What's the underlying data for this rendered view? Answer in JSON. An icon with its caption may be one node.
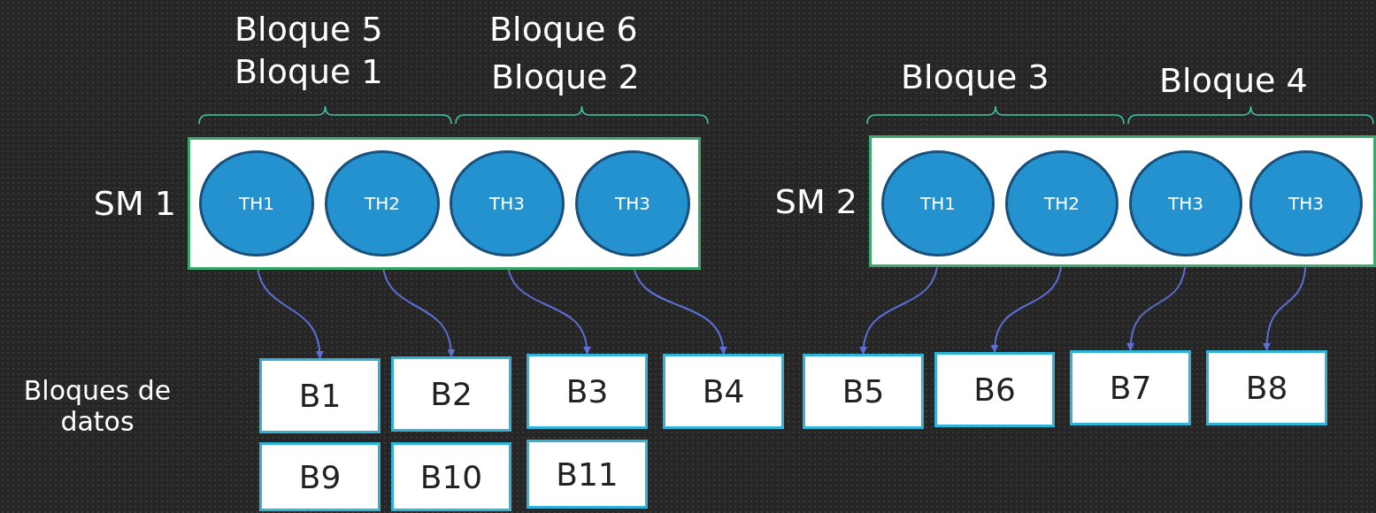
{
  "diagram": {
    "nodes": [
      {
        "text": [
          "SM 1"
        ]
      },
      {
        "text": [
          "TH1"
        ],
        "in": 0
      },
      {
        "text": [
          "TH2"
        ],
        "in": 0
      },
      {
        "text": [
          "TH3"
        ],
        "in": 0
      },
      {
        "text": [
          "TH3"
        ],
        "in": 0
      },
      {
        "text": [
          "SM 2"
        ]
      },
      {
        "text": [
          "TH1"
        ],
        "in": 5
      },
      {
        "text": [
          "TH2"
        ],
        "in": 5
      },
      {
        "text": [
          "TH3"
        ],
        "in": 5
      },
      {
        "text": [
          "TH3"
        ],
        "in": 5
      },
      {
        "text": [
          "B1"
        ]
      },
      {
        "text": [
          "B2"
        ]
      },
      {
        "text": [
          "B3"
        ]
      },
      {
        "text": [
          "B4"
        ]
      },
      {
        "text": [
          "B5"
        ]
      },
      {
        "text": [
          "B6"
        ]
      },
      {
        "text": [
          "B7"
        ]
      },
      {
        "text": [
          "B8"
        ]
      },
      {
        "text": [
          "B9"
        ]
      },
      {
        "text": [
          "B10"
        ]
      },
      {
        "text": [
          "B11"
        ]
      }
    ],
    "edges": [
      {
        "from": 1,
        "to": 10,
        "arrow": "to"
      },
      {
        "from": 2,
        "to": 11,
        "arrow": "to"
      },
      {
        "from": 3,
        "to": 12,
        "arrow": "to"
      },
      {
        "from": 4,
        "to": 13,
        "arrow": "to"
      },
      {
        "from": 6,
        "to": 14,
        "arrow": "to"
      },
      {
        "from": 7,
        "to": 15,
        "arrow": "to"
      },
      {
        "from": 8,
        "to": 16,
        "arrow": "to"
      },
      {
        "from": 9,
        "to": 17,
        "arrow": "to"
      }
    ],
    "labels": [
      "Bloque 5",
      "Bloque 1",
      "Bloque 6",
      "Bloque 2",
      "Bloque 3",
      "Bloque 4",
      "Bloques de datos"
    ]
  }
}
